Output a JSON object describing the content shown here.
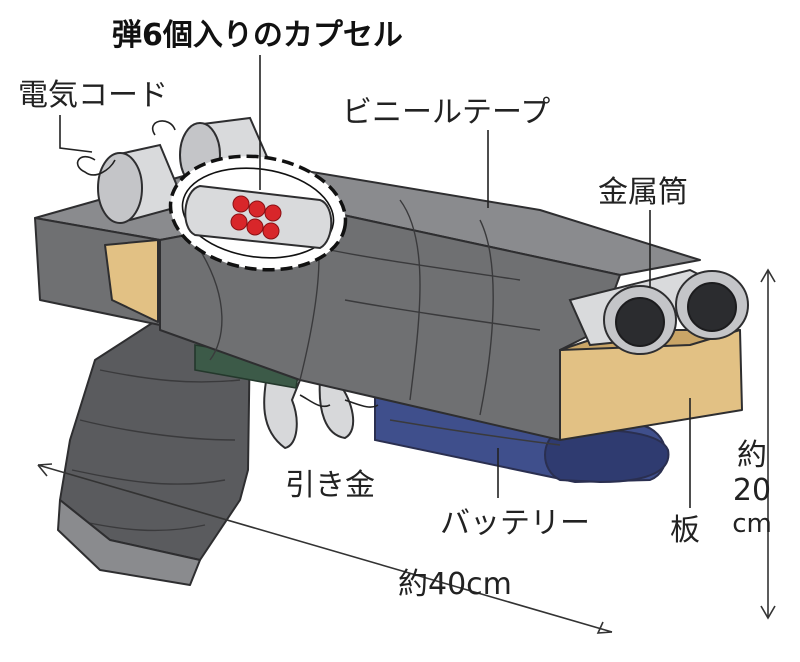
{
  "labels": {
    "capsule": "弾6個入りのカプセル",
    "cord": "電気コード",
    "tape": "ビニールテープ",
    "tube": "金属筒",
    "trigger": "引き金",
    "battery": "バッテリー",
    "board": "板",
    "length": "約40cm",
    "height_top": "約",
    "height_value": "20",
    "height_unit": "cm"
  },
  "colors": {
    "tape": "#6f7072",
    "metal": "#d9dadc",
    "wood": "#e2c184",
    "battery": "#3f4f8c",
    "bullet": "#d8262a"
  },
  "capsule_bullet_count": 6
}
